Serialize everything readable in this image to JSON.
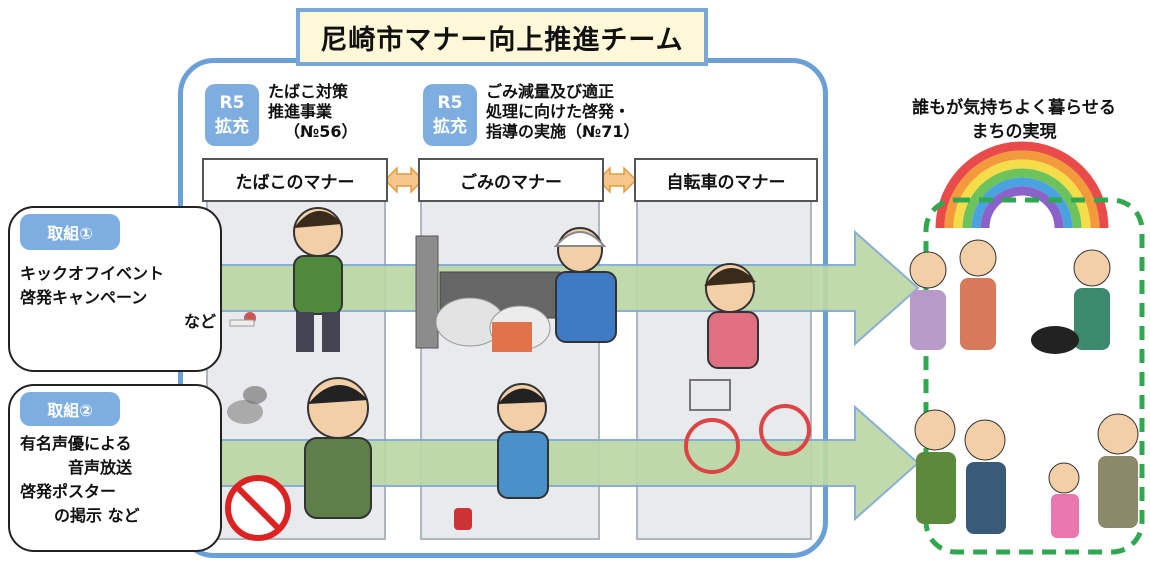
{
  "title": "尼崎市マナー向上推進チーム",
  "badges": [
    {
      "year": "R5",
      "kind": "拡充",
      "project_lines": [
        "たばこ対策",
        "推進事業",
        "（№56）"
      ]
    },
    {
      "year": "R5",
      "kind": "拡充",
      "project_lines": [
        "ごみ減量及び適正",
        "処理に向けた啓発・",
        "指導の実施（№71）"
      ]
    }
  ],
  "columns": [
    "たばこのマナー",
    "ごみのマナー",
    "自転車のマナー"
  ],
  "initiatives": [
    {
      "tag": "取組①",
      "lines": [
        "キックオフイベント",
        "啓発キャンペーン",
        "など"
      ]
    },
    {
      "tag": "取組②",
      "lines": [
        "有名声優による",
        "音声放送",
        "啓発ポスター",
        "の掲示  など"
      ]
    }
  ],
  "goal": [
    "誰もが気持ちよく暮らせる",
    "まちの実現"
  ],
  "colors": {
    "frame": "#6a9fd8",
    "badge": "#7eaee0",
    "title_bg": "#fff8d8",
    "arrow": "#bcd7a5",
    "dashed": "#2fa84f"
  }
}
